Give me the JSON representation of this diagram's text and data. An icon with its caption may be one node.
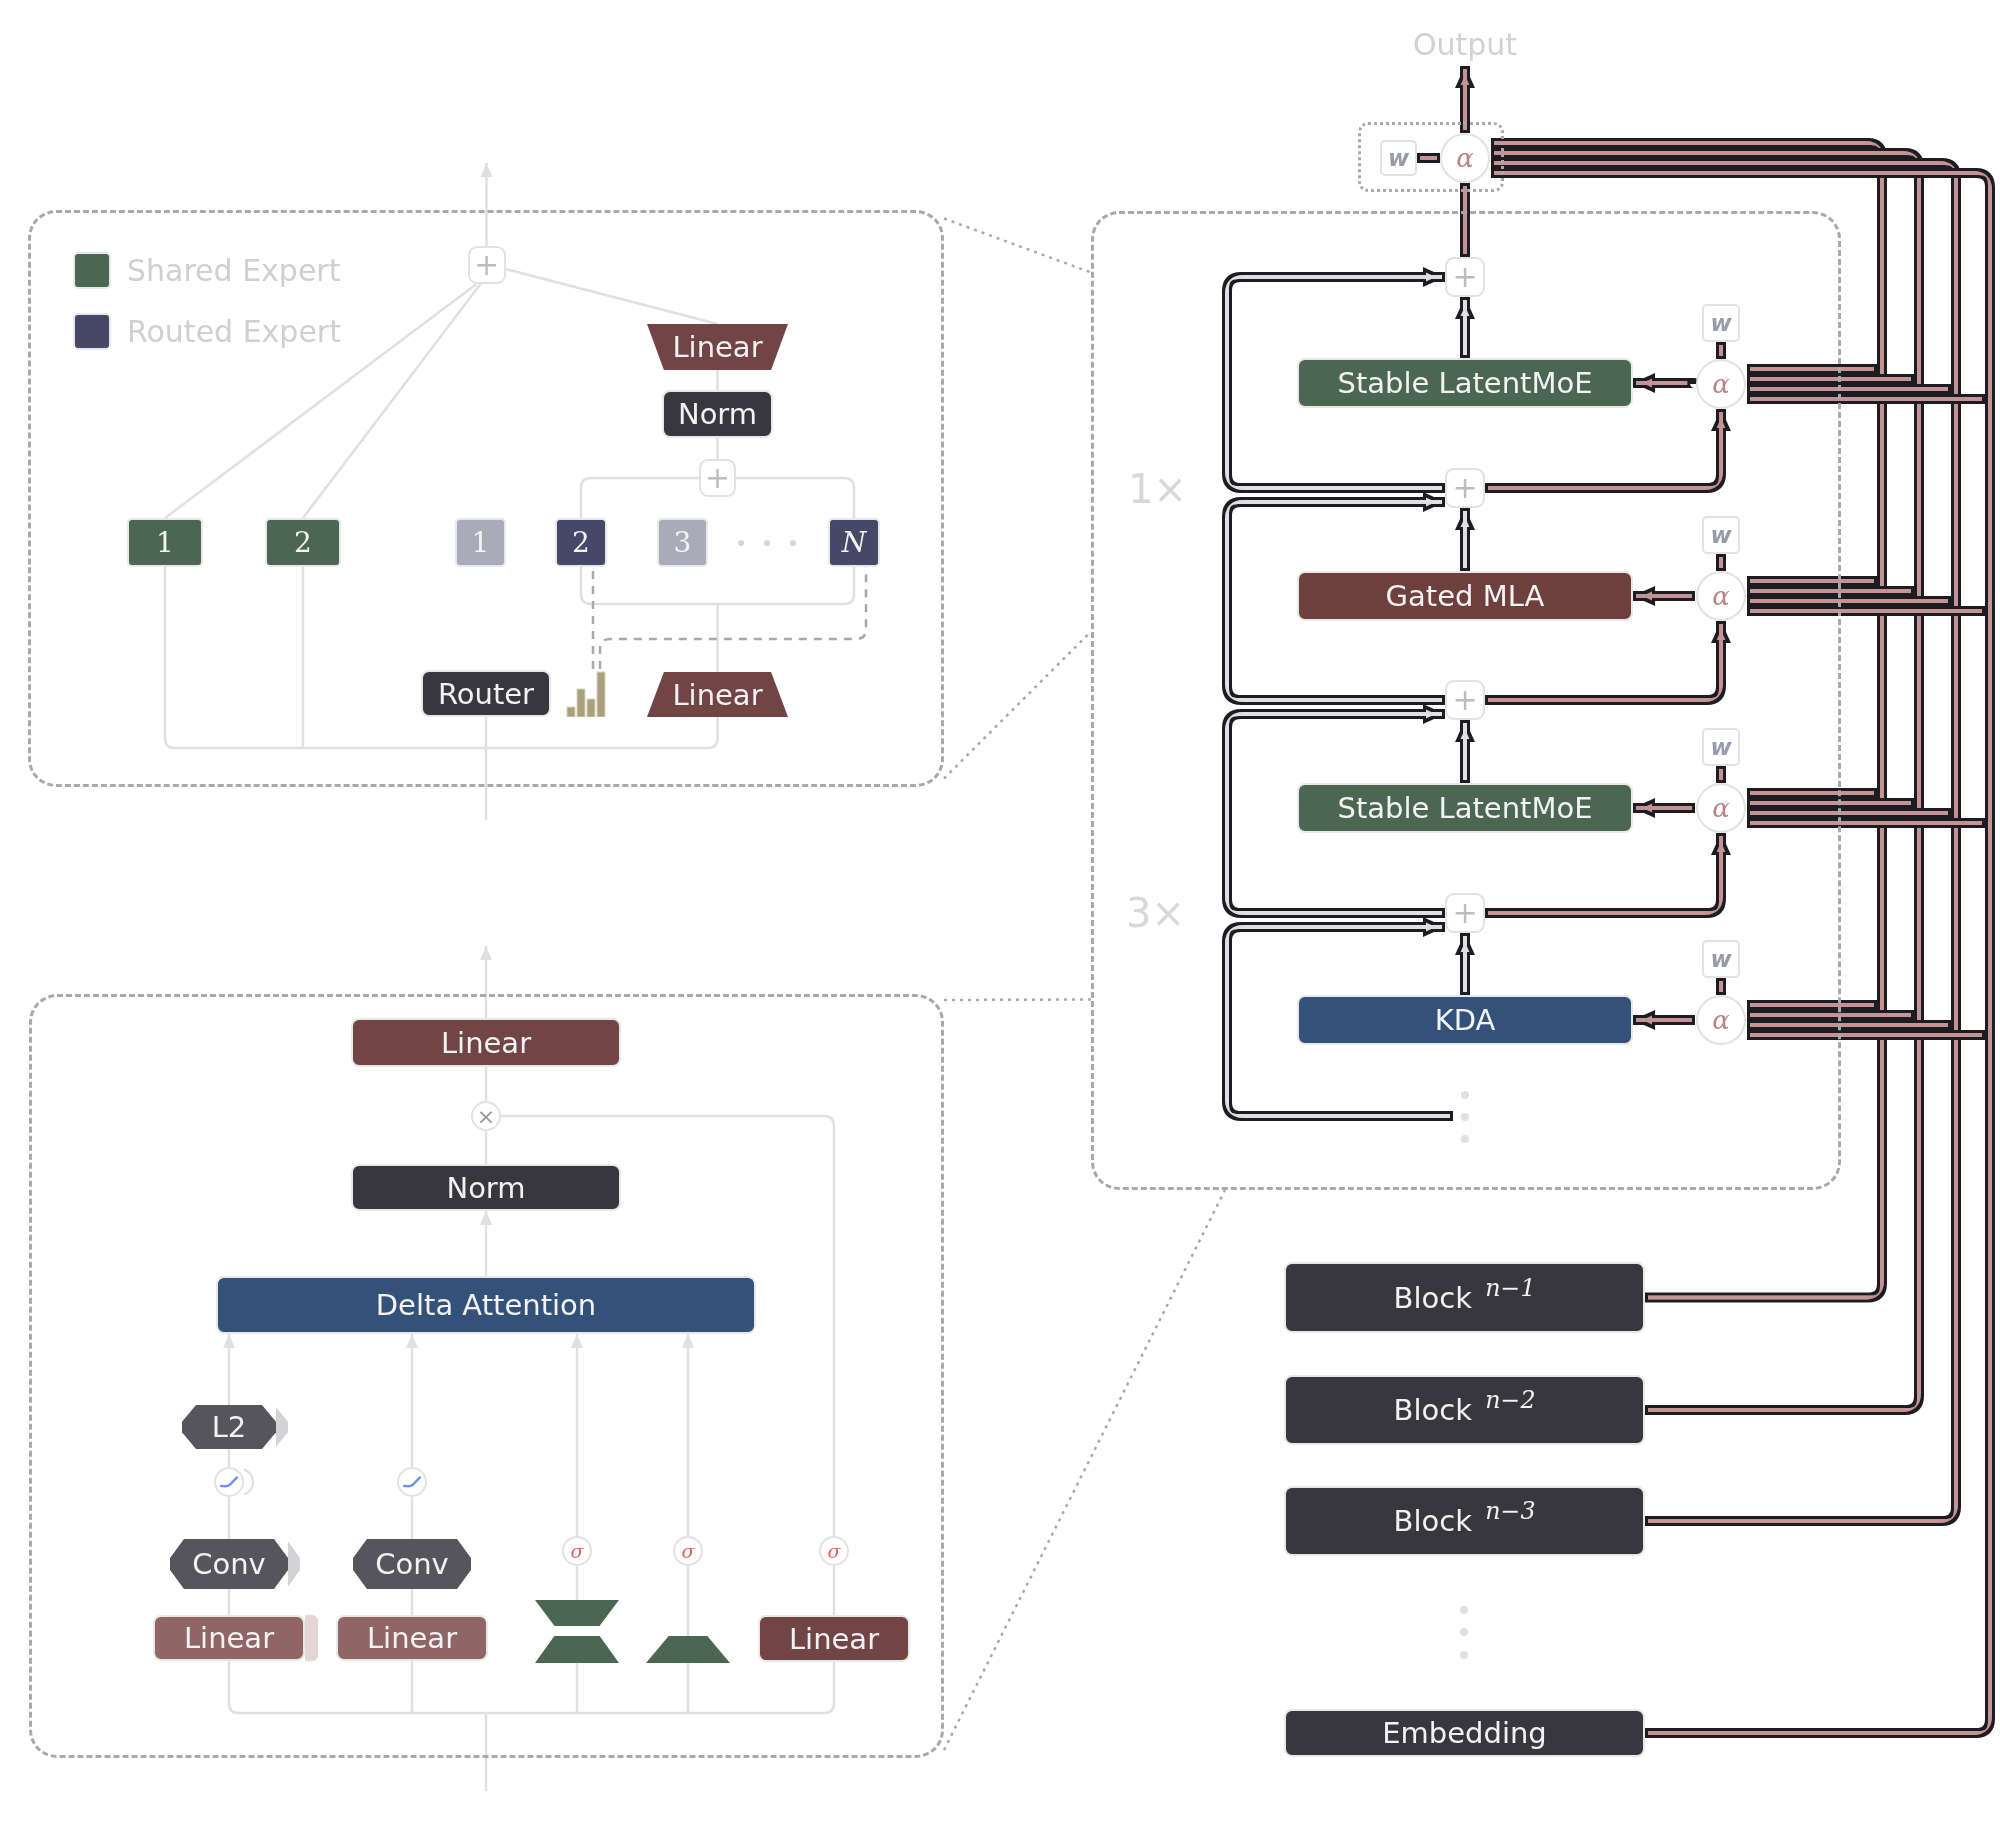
{
  "diagram": {
    "nodes": [
      {
        "text": [
          "Output"
        ]
      },
      {
        "text": [],
        "shape": "box"
      },
      {
        "text": [
          "w"
        ],
        "in": 1
      },
      {
        "text": [
          "α"
        ],
        "in": 1
      },
      {
        "text": [],
        "shape": "box"
      },
      {
        "text": [
          "+"
        ],
        "in": 4
      },
      {
        "text": [
          "Linear"
        ],
        "in": 4
      },
      {
        "text": [
          "Norm"
        ],
        "in": 4
      },
      {
        "text": [
          "+"
        ],
        "in": 4
      },
      {
        "text": [
          "1"
        ],
        "in": 4
      },
      {
        "text": [
          "2"
        ],
        "in": 4
      },
      {
        "text": [
          "1"
        ],
        "in": 4
      },
      {
        "text": [
          "2"
        ],
        "in": 4
      },
      {
        "text": [
          "3"
        ],
        "in": 4
      },
      {
        "text": [
          "N"
        ],
        "in": 4
      },
      {
        "text": [
          "Router"
        ],
        "in": 4
      },
      {
        "text": [],
        "shape": "picture",
        "in": 4
      },
      {
        "text": [
          "Linear"
        ],
        "in": 4
      },
      {
        "text": [],
        "shape": "box"
      },
      {
        "text": [
          "+"
        ],
        "in": 18
      },
      {
        "text": [
          "w"
        ],
        "in": 18
      },
      {
        "text": [
          "Stable LatentMoE"
        ],
        "in": 18
      },
      {
        "text": [
          "α"
        ],
        "in": 18
      },
      {
        "text": [
          "+"
        ],
        "in": 18
      },
      {
        "text": [
          "w"
        ],
        "in": 18
      },
      {
        "text": [
          "Gated MLA"
        ],
        "in": 18
      },
      {
        "text": [
          "α"
        ],
        "in": 18
      },
      {
        "text": [
          "+"
        ],
        "in": 18
      },
      {
        "text": [
          "w"
        ],
        "in": 18
      },
      {
        "text": [
          "Stable LatentMoE"
        ],
        "in": 18
      },
      {
        "text": [
          "α"
        ],
        "in": 18
      },
      {
        "text": [
          "+"
        ],
        "in": 18
      },
      {
        "text": [
          "w"
        ],
        "in": 18
      },
      {
        "text": [
          "KDA"
        ],
        "in": 18
      },
      {
        "text": [
          "α"
        ],
        "in": 18
      },
      {
        "text": [],
        "shape": "box"
      },
      {
        "text": [
          "Linear"
        ],
        "in": 35
      },
      {
        "text": [
          "×"
        ],
        "in": 35
      },
      {
        "text": [
          "Norm"
        ],
        "in": 35
      },
      {
        "text": [
          "Delta Attention"
        ],
        "in": 35
      },
      {
        "text": [
          "L2"
        ],
        "in": 35
      },
      {
        "text": [],
        "shape": "circle",
        "in": 35
      },
      {
        "text": [],
        "shape": "circle",
        "in": 35
      },
      {
        "text": [
          "Conv"
        ],
        "in": 35
      },
      {
        "text": [
          "Conv"
        ],
        "in": 35
      },
      {
        "text": [
          "σ"
        ],
        "in": 35
      },
      {
        "text": [
          "σ"
        ],
        "in": 35
      },
      {
        "text": [
          "σ"
        ],
        "in": 35
      },
      {
        "text": [
          "Linear"
        ],
        "in": 35
      },
      {
        "text": [
          "Linear"
        ],
        "in": 35
      },
      {
        "text": [],
        "shape": "hourglass",
        "in": 35
      },
      {
        "text": [],
        "shape": "trapezoid",
        "in": 35
      },
      {
        "text": [
          "Linear"
        ],
        "in": 35
      },
      {
        "text": [
          "Block $^{n−1}$"
        ]
      },
      {
        "text": [
          "Block $^{n−2}$"
        ]
      },
      {
        "text": [
          "Block $^{n−3}$"
        ]
      },
      {
        "text": [
          "Embedding"
        ]
      },
      {
        "text": [],
        "shape": "octagon",
        "in": 35
      },
      {
        "text": [],
        "shape": "octagon",
        "in": 35
      },
      {
        "text": [],
        "shape": "box",
        "in": 35
      },
      {
        "text": [],
        "shape": "circle",
        "in": 35
      }
    ],
    "edges": [
      {
        "from": null,
        "to": 9,
        "arrow": "none"
      },
      {
        "from": null,
        "to": 10,
        "arrow": "none"
      },
      {
        "from": null,
        "to": 15,
        "arrow": "none"
      },
      {
        "from": null,
        "to": 17,
        "arrow": "none"
      },
      {
        "from": 17,
        "to": 12,
        "arrow": "none"
      },
      {
        "from": 17,
        "to": 14,
        "arrow": "none"
      },
      {
        "from": 16,
        "to": 12,
        "arrow": "none",
        "style": "dashed",
        "color": "#a9a9ad"
      },
      {
        "from": 16,
        "to": 14,
        "arrow": "none",
        "style": "dashed",
        "color": "#a9a9ad"
      },
      {
        "from": 12,
        "to": 8,
        "arrow": "none"
      },
      {
        "from": 14,
        "to": 8,
        "arrow": "none"
      },
      {
        "from": 8,
        "to": 7,
        "arrow": "none"
      },
      {
        "from": 7,
        "to": 6,
        "arrow": "none"
      },
      {
        "from": 6,
        "to": 5,
        "arrow": "none"
      },
      {
        "from": 9,
        "to": 5,
        "arrow": "none"
      },
      {
        "from": 10,
        "to": 5,
        "arrow": "none"
      },
      {
        "from": 5,
        "to": null,
        "arrow": "to"
      },
      {
        "from": 21,
        "to": 19,
        "arrow": "to",
        "style": "thick"
      },
      {
        "from": 25,
        "to": 23,
        "arrow": "to",
        "style": "thick"
      },
      {
        "from": 29,
        "to": 27,
        "arrow": "to",
        "style": "thick"
      },
      {
        "from": 33,
        "to": 31,
        "arrow": "to",
        "style": "thick"
      },
      {
        "from": 23,
        "to": 19,
        "arrow": "to",
        "style": "thick"
      },
      {
        "from": 27,
        "to": 23,
        "arrow": "to",
        "style": "thick"
      },
      {
        "from": 31,
        "to": 27,
        "arrow": "to",
        "style": "thick"
      },
      {
        "from": null,
        "to": 31,
        "arrow": "to",
        "style": "thick"
      },
      {
        "from": 23,
        "to": 22,
        "arrow": "to",
        "style": "thick",
        "color": "#c49394"
      },
      {
        "from": 27,
        "to": 26,
        "arrow": "to",
        "style": "thick",
        "color": "#c49394"
      },
      {
        "from": 31,
        "to": 30,
        "arrow": "to",
        "style": "thick",
        "color": "#c49394"
      },
      {
        "from": 22,
        "to": 21,
        "arrow": "to",
        "style": "thick",
        "color": "#c49394"
      },
      {
        "from": 26,
        "to": 25,
        "arrow": "to",
        "style": "thick",
        "color": "#c49394"
      },
      {
        "from": 30,
        "to": 29,
        "arrow": "to",
        "style": "thick",
        "color": "#c49394"
      },
      {
        "from": 34,
        "to": 33,
        "arrow": "to",
        "style": "thick",
        "color": "#c49394"
      },
      {
        "from": 20,
        "to": 22,
        "arrow": "none",
        "style": "thick",
        "color": "#c49394"
      },
      {
        "from": 24,
        "to": 26,
        "arrow": "none",
        "style": "thick",
        "color": "#c49394"
      },
      {
        "from": 28,
        "to": 30,
        "arrow": "none",
        "style": "thick",
        "color": "#c49394"
      },
      {
        "from": 32,
        "to": 34,
        "arrow": "none",
        "style": "thick",
        "color": "#c49394"
      },
      {
        "from": 2,
        "to": 3,
        "arrow": "none",
        "style": "thick",
        "color": "#c49394"
      },
      {
        "from": 19,
        "to": 3,
        "arrow": "none",
        "style": "thick",
        "color": "#c49394"
      },
      {
        "from": 3,
        "to": 0,
        "arrow": "to",
        "style": "thick",
        "color": "#c49394"
      },
      {
        "from": 53,
        "to": 3,
        "arrow": "none",
        "style": "thick",
        "color": "#c49394"
      },
      {
        "from": 54,
        "to": 3,
        "arrow": "none",
        "style": "thick",
        "color": "#c49394"
      },
      {
        "from": 55,
        "to": 3,
        "arrow": "none",
        "style": "thick",
        "color": "#c49394"
      },
      {
        "from": 56,
        "to": 3,
        "arrow": "none",
        "style": "thick",
        "color": "#c49394"
      },
      {
        "from": 53,
        "to": 22,
        "arrow": "none",
        "style": "thick",
        "color": "#c49394"
      },
      {
        "from": 54,
        "to": 22,
        "arrow": "none",
        "style": "thick",
        "color": "#c49394"
      },
      {
        "from": 55,
        "to": 22,
        "arrow": "none",
        "style": "thick",
        "color": "#c49394"
      },
      {
        "from": 56,
        "to": 22,
        "arrow": "none",
        "style": "thick",
        "color": "#c49394"
      },
      {
        "from": 53,
        "to": 26,
        "arrow": "none",
        "style": "thick",
        "color": "#c49394"
      },
      {
        "from": 54,
        "to": 26,
        "arrow": "none",
        "style": "thick",
        "color": "#c49394"
      },
      {
        "from": 55,
        "to": 26,
        "arrow": "none",
        "style": "thick",
        "color": "#c49394"
      },
      {
        "from": 56,
        "to": 26,
        "arrow": "none",
        "style": "thick",
        "color": "#c49394"
      },
      {
        "from": 53,
        "to": 30,
        "arrow": "none",
        "style": "thick",
        "color": "#c49394"
      },
      {
        "from": 54,
        "to": 30,
        "arrow": "none",
        "style": "thick",
        "color": "#c49394"
      },
      {
        "from": 55,
        "to": 30,
        "arrow": "none",
        "style": "thick",
        "color": "#c49394"
      },
      {
        "from": 56,
        "to": 30,
        "arrow": "none",
        "style": "thick",
        "color": "#c49394"
      },
      {
        "from": 53,
        "to": 34,
        "arrow": "none",
        "style": "thick",
        "color": "#c49394"
      },
      {
        "from": 54,
        "to": 34,
        "arrow": "none",
        "style": "thick",
        "color": "#c49394"
      },
      {
        "from": 55,
        "to": 34,
        "arrow": "none",
        "style": "thick",
        "color": "#c49394"
      },
      {
        "from": 56,
        "to": 34,
        "arrow": "none",
        "style": "thick",
        "color": "#c49394"
      },
      {
        "from": 4,
        "to": 18,
        "arrow": "none",
        "style": "dashed",
        "color": "#a9a9ad"
      },
      {
        "from": 4,
        "to": 18,
        "arrow": "none",
        "style": "dashed",
        "color": "#a9a9ad"
      },
      {
        "from": 35,
        "to": 18,
        "arrow": "none",
        "style": "dashed",
        "color": "#a9a9ad"
      },
      {
        "from": 35,
        "to": 18,
        "arrow": "none",
        "style": "dashed",
        "color": "#a9a9ad"
      },
      {
        "from": 36,
        "to": null,
        "arrow": "to"
      },
      {
        "from": 37,
        "to": 36,
        "arrow": "none"
      },
      {
        "from": 38,
        "to": 37,
        "arrow": "none"
      },
      {
        "from": 39,
        "to": 38,
        "arrow": "to"
      },
      {
        "from": 47,
        "to": 37,
        "arrow": "none"
      },
      {
        "from": 52,
        "to": 47,
        "arrow": "none"
      },
      {
        "from": 40,
        "to": 39,
        "arrow": "to"
      },
      {
        "from": 41,
        "to": 40,
        "arrow": "none"
      },
      {
        "from": 43,
        "to": 41,
        "arrow": "none"
      },
      {
        "from": 48,
        "to": 43,
        "arrow": "none"
      },
      {
        "from": 42,
        "to": 39,
        "arrow": "to"
      },
      {
        "from": 44,
        "to": 42,
        "arrow": "none"
      },
      {
        "from": 49,
        "to": 44,
        "arrow": "none"
      },
      {
        "from": 45,
        "to": 39,
        "arrow": "to"
      },
      {
        "from": 50,
        "to": 45,
        "arrow": "none"
      },
      {
        "from": 46,
        "to": 39,
        "arrow": "to"
      },
      {
        "from": 51,
        "to": 46,
        "arrow": "none"
      },
      {
        "from": null,
        "to": 48,
        "arrow": "none"
      },
      {
        "from": null,
        "to": 49,
        "arrow": "none"
      },
      {
        "from": null,
        "to": 50,
        "arrow": "none"
      },
      {
        "from": null,
        "to": 51,
        "arrow": "none"
      },
      {
        "from": null,
        "to": 52,
        "arrow": "none"
      }
    ],
    "labels": [
      "1×",
      "3×"
    ],
    "legend": [
      {
        "text": "Shared Expert",
        "color": "#4b6751"
      },
      {
        "text": "Routed Expert",
        "color": "#454866"
      }
    ]
  }
}
